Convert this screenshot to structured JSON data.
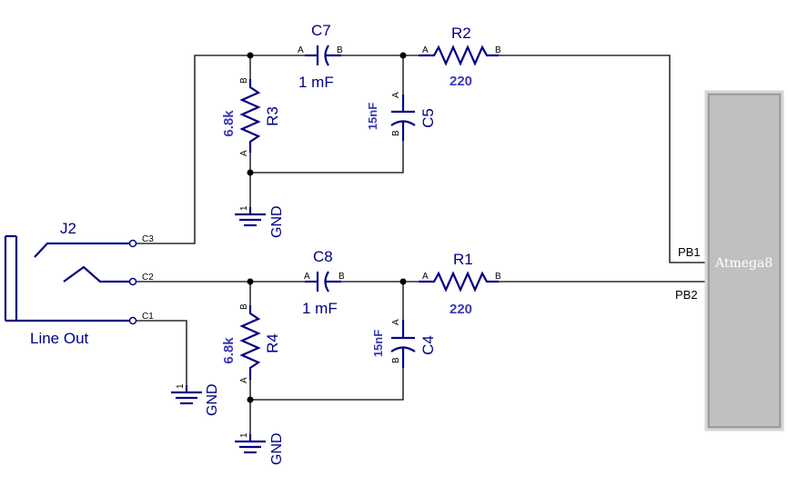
{
  "components": {
    "c7": {
      "name": "C7",
      "value": "1 mF",
      "pin_a": "A",
      "pin_b": "B"
    },
    "c8": {
      "name": "C8",
      "value": "1 mF",
      "pin_a": "A",
      "pin_b": "B"
    },
    "c5": {
      "name": "C5",
      "value": "15nF",
      "pin_a": "A",
      "pin_b": "B"
    },
    "c4": {
      "name": "C4",
      "value": "15nF",
      "pin_a": "A",
      "pin_b": "B"
    },
    "r2": {
      "name": "R2",
      "value": "220",
      "pin_a": "A",
      "pin_b": "B"
    },
    "r1": {
      "name": "R1",
      "value": "220",
      "pin_a": "A",
      "pin_b": "B"
    },
    "r3": {
      "name": "R3",
      "value": "6.8k",
      "pin_a": "A",
      "pin_b": "B"
    },
    "r4": {
      "name": "R4",
      "value": "6.8k",
      "pin_a": "A",
      "pin_b": "B"
    },
    "j2": {
      "name": "J2",
      "label": "Line Out",
      "pin_c1": "C1",
      "pin_c2": "C2",
      "pin_c3": "C3"
    },
    "gnd": {
      "label": "GND",
      "pin": "1"
    },
    "mcu": {
      "name": "Atmega8",
      "pin_pb1": "PB1",
      "pin_pb2": "PB2"
    }
  }
}
